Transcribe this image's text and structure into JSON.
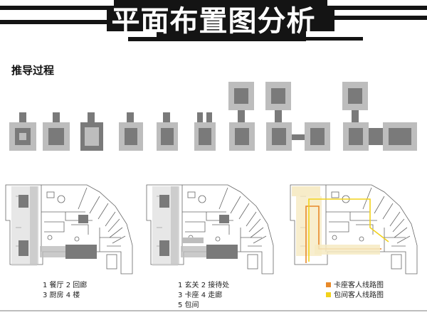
{
  "header": {
    "title": "平面布置图分析"
  },
  "subtitle": "推导过程",
  "legends": {
    "plan1": [
      "1 餐厅  2 回廊",
      "3 厨房  4 楼"
    ],
    "plan2": [
      "1 玄关  2 接待处",
      "3 卡座  4 走廊",
      "5 包间"
    ],
    "plan3": [
      {
        "label": "卡座客人线路图",
        "color": "#e8892a"
      },
      {
        "label": "包间客人线路图",
        "color": "#f2d21b"
      }
    ]
  },
  "colors": {
    "banner": "#141414",
    "light": "#bdbdbd",
    "dark": "#7a7a7a",
    "line": "#666666"
  }
}
